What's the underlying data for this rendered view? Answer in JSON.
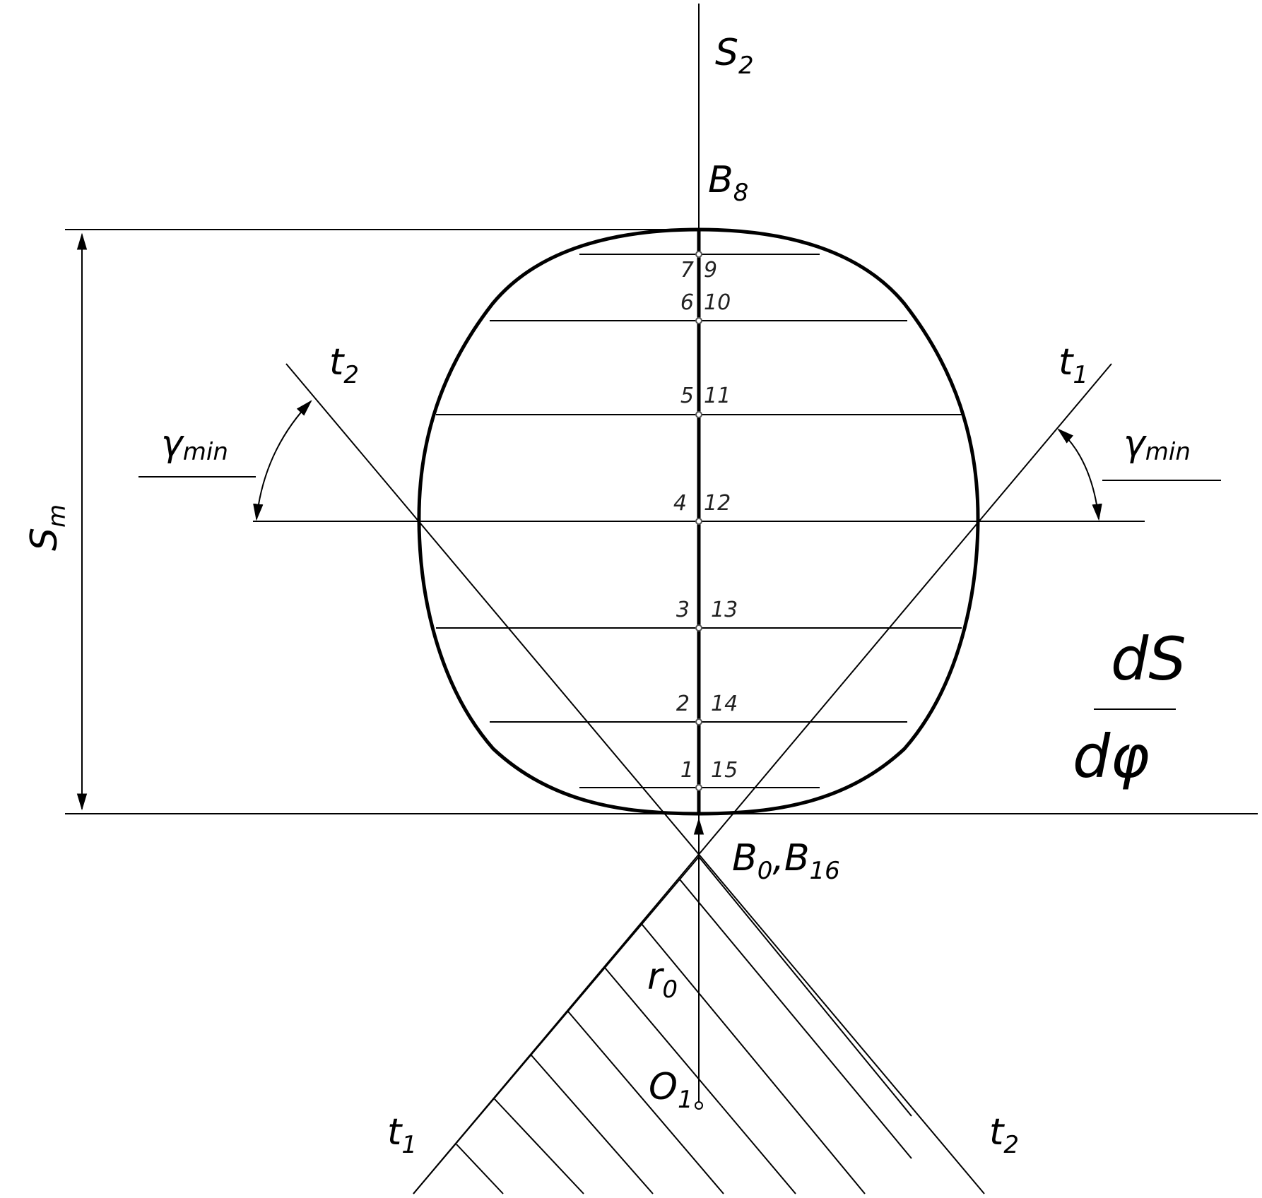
{
  "labels": {
    "s2": "S",
    "s2_sub": "2",
    "b8": "B",
    "b8_sub": "8",
    "t2_top": "t",
    "t2_top_sub": "2",
    "t1_top": "t",
    "t1_top_sub": "1",
    "gamma_left": "γ",
    "gamma_left_sub": "min",
    "gamma_right": "γ",
    "gamma_right_sub": "min",
    "sm": "S",
    "sm_sub": "m",
    "ds": "dS",
    "dphi": "dφ",
    "b0": "B",
    "b0_sub": "0",
    "b0_sep": ",B",
    "b16_sub": "16",
    "r0": "r",
    "r0_sub": "0",
    "o1": "O",
    "o1_sub": "1",
    "t1_bottom": "t",
    "t1_bottom_sub": "1",
    "t2_bottom": "t",
    "t2_bottom_sub": "2"
  },
  "point_numbers": {
    "left": [
      "7",
      "6",
      "5",
      "4",
      "3",
      "2",
      "1"
    ],
    "right": [
      "9",
      "10",
      "11",
      "12",
      "13",
      "14",
      "15"
    ]
  }
}
